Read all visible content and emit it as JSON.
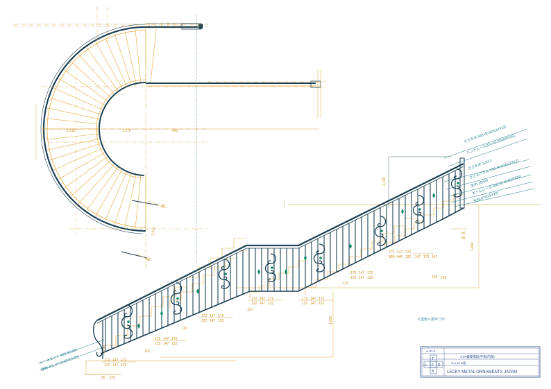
{
  "colors": {
    "rail": "#1b3f52",
    "tread": "#e2a93a",
    "center": "#d89a2a",
    "dimension": "#c8901e",
    "leader": "#1a7a8a",
    "floor": "#d49a20",
    "cyan": "#34b4c6",
    "title_block": "#2a4a8a",
    "green": "#0a8a6a"
  },
  "plan": {
    "dims": [
      "1,313",
      "1,275",
      "940"
    ],
    "rotated_dims": [
      "1,341",
      "80",
      "80"
    ]
  },
  "elevation": {
    "rise_dims": [
      "1,100",
      "1,450",
      "1,650"
    ],
    "tread_groups": [
      [
        "172",
        "147",
        "172",
        "122",
        "147",
        "122"
      ],
      [
        "172",
        "147",
        "172",
        "122",
        "147",
        "122"
      ],
      [
        "172",
        "147",
        "172",
        "122",
        "147",
        "122"
      ],
      [
        "172",
        "147",
        "172",
        "122",
        "147",
        "122"
      ],
      [
        "172",
        "147",
        "172",
        "122",
        "147",
        "122"
      ],
      [
        "147",
        "172",
        "147"
      ]
    ],
    "small_dims": [
      "110",
      "110",
      "110",
      "110",
      "50",
      "110",
      "86",
      "80",
      "102",
      "103"
    ],
    "callouts_right": [
      "ささえ手-043-40.024(12X12)",
      "ハンドレール020-30-304(50X15)",
      "ささえ手-12X12",
      "ささえバネル-100-40.024(12X12)",
      "笠木-20X20",
      "ボトムレール-000-30.024(25X20)",
      "支柱-075(25X20)"
    ],
    "callouts_left": [
      "レールエンド-420.00.304",
      "鋳物-201.47.024(233X20)"
    ],
    "finish_note": "※塗色＝黒半つや"
  },
  "title_block": {
    "drawing_no": "A-01-2",
    "drawing_title": "1-2F螺旋階段(手摺)内側)",
    "scale": "S=1:20 ※図",
    "view_letters": [
      "T",
      "L",
      "F",
      "R",
      "B"
    ],
    "company": "LECKY METAL ORNAMENTS JAPAN"
  }
}
